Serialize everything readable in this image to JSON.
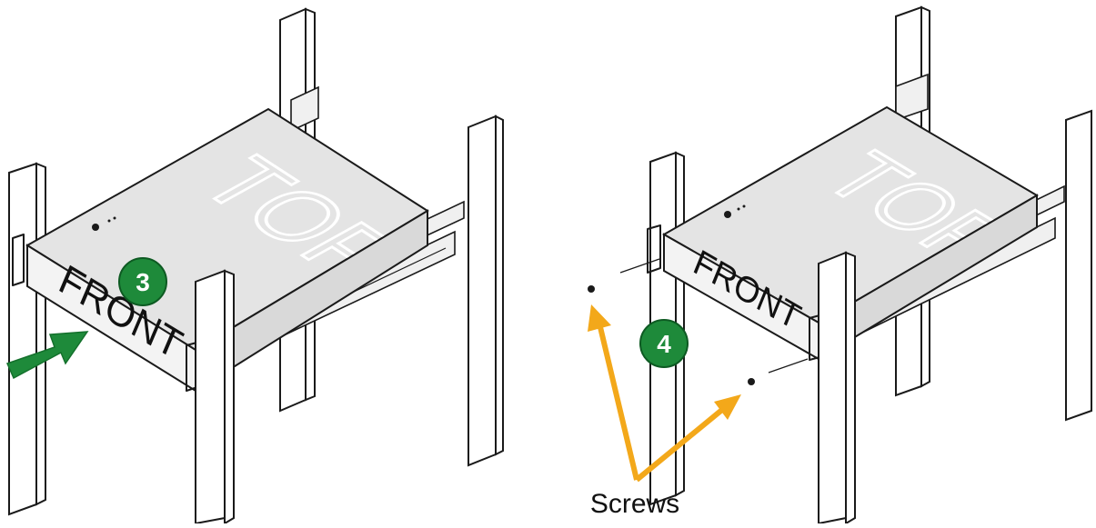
{
  "panel_left": {
    "step_label": "3",
    "top_label": "TOP",
    "front_label": "FRONT"
  },
  "panel_right": {
    "step_label": "4",
    "top_label": "TOP",
    "front_label": "FRONT",
    "callout_label": "Screws"
  },
  "colors": {
    "step_badge": "#1e8a3a",
    "push_arrow": "#1e8a3a",
    "callout_arrow": "#f3a81a",
    "line": "#1a1a1a"
  },
  "icons": {
    "push_arrow": "arrow-icon",
    "callout_arrows": "arrow-icon"
  }
}
